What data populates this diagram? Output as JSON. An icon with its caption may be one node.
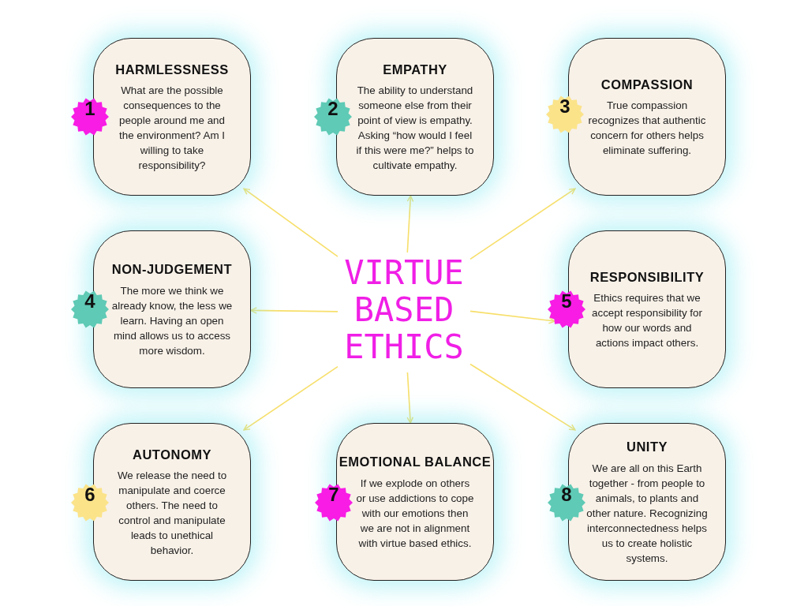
{
  "diagram": {
    "nodes": [
      {
        "text": [
          "HARMLESSNESS",
          "What are the possible consequences to the people around me and the environment? Am I willing to take responsibility?"
        ]
      },
      {
        "text": [
          "1"
        ]
      },
      {
        "text": [
          "EMPATHY",
          "The ability to understand someone else from their point of view is empathy. Asking “how would I feel if this were me?” helps to cultivate empathy."
        ]
      },
      {
        "text": [
          "2"
        ]
      },
      {
        "text": [
          "COMPASSION",
          "True compassion recognizes that authentic concern for others helps eliminate suffering."
        ]
      },
      {
        "text": [
          "3"
        ]
      },
      {
        "text": [
          "NON-JUDGEMENT",
          "The more we think we already know, the less we learn. Having an open mind allows us to access more wisdom."
        ]
      },
      {
        "text": [
          "4"
        ]
      },
      {
        "text": [
          "VIRTUE BASED ETHICS"
        ]
      },
      {
        "text": [
          "RESPONSIBILITY",
          "Ethics requires that we accept responsibility for how our words and actions impact others."
        ]
      },
      {
        "text": [
          "5"
        ]
      },
      {
        "text": [
          "AUTONOMY",
          "We release the need to manipulate and coerce others. The need to control and manipulate leads to unethical behavior."
        ]
      },
      {
        "text": [
          "6"
        ]
      },
      {
        "text": [
          "EMOTIONAL BALANCE",
          "If we explode on others or use addictions to cope with our emotions then we are not in alignment with virtue based ethics."
        ]
      },
      {
        "text": [
          "7"
        ]
      },
      {
        "text": [
          "UNITY",
          "We are all on this Earth together - from people to animals, to plants and other nature. Recognizing interconnectedness helps us to create holistic systems."
        ]
      },
      {
        "text": [
          "8"
        ]
      }
    ],
    "edges": [
      {
        "from": 8,
        "to": 0,
        "arrow": "to"
      },
      {
        "from": 8,
        "to": 2,
        "arrow": "to"
      },
      {
        "from": 8,
        "to": 4,
        "arrow": "to"
      },
      {
        "from": 8,
        "to": 6,
        "arrow": "to"
      },
      {
        "from": 8,
        "to": 10,
        "arrow": "to"
      },
      {
        "from": 8,
        "to": 11,
        "arrow": "to"
      },
      {
        "from": 8,
        "to": 13,
        "arrow": "to"
      },
      {
        "from": 8,
        "to": 15,
        "arrow": "to"
      }
    ]
  }
}
